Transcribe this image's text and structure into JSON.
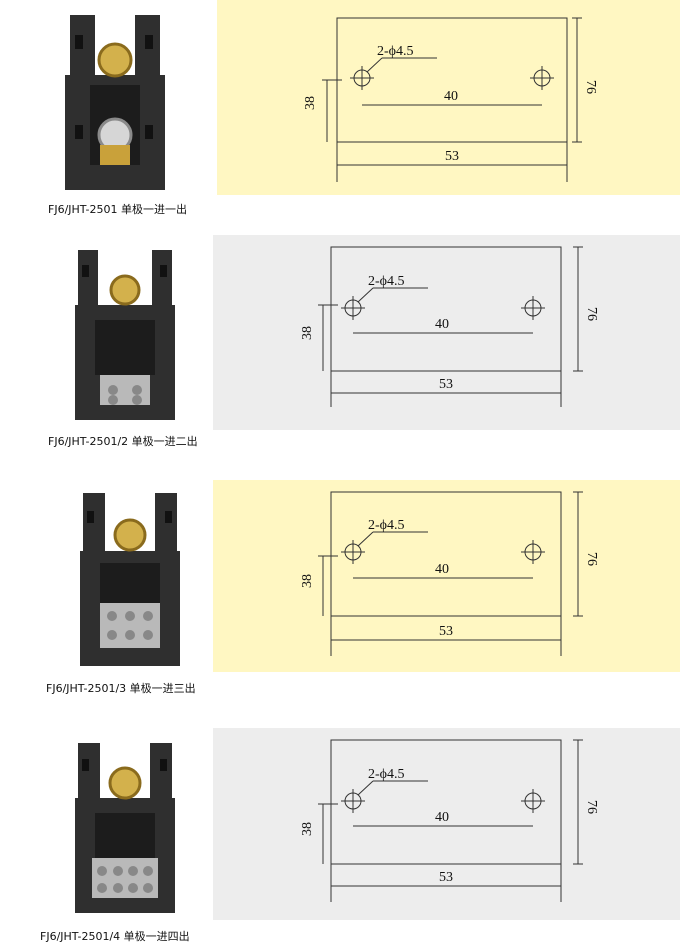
{
  "colors": {
    "yellow_panel": "#fff7c2",
    "gray_panel": "#ededed",
    "housing": "#2f2f2f",
    "brass": "#c9a13a",
    "metal": "#b9b9b9"
  },
  "drawing": {
    "hole_label": "2-ϕ4.5",
    "hole_spacing": "40",
    "width": "53",
    "height": "76",
    "side": "38"
  },
  "products": [
    {
      "caption": "FJ6/JHT-2501 单极一进一出",
      "panel": "yellow",
      "outlets": 1
    },
    {
      "caption": "FJ6/JHT-2501/2 单极一进二出",
      "panel": "gray",
      "outlets": 2
    },
    {
      "caption": "FJ6/JHT-2501/3 单极一进三出",
      "panel": "yellow",
      "outlets": 3
    },
    {
      "caption": "FJ6/JHT-2501/4 单极一进四出",
      "panel": "gray",
      "outlets": 4
    }
  ]
}
